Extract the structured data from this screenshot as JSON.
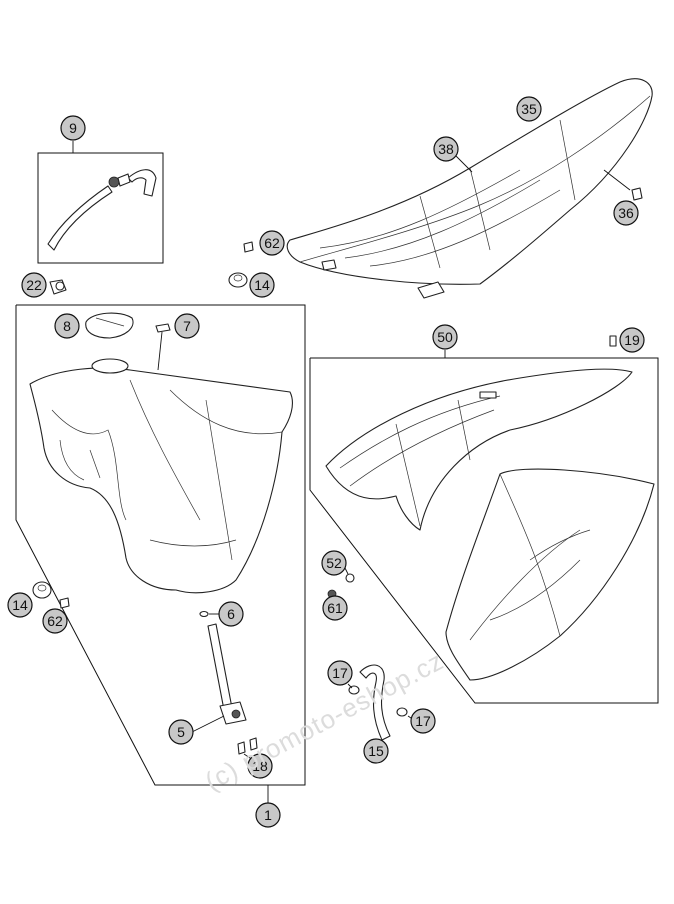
{
  "callouts": {
    "c9": "9",
    "c22": "22",
    "c35": "35",
    "c38": "38",
    "c36": "36",
    "c62a": "62",
    "c14a": "14",
    "c8": "8",
    "c7": "7",
    "c50": "50",
    "c19": "19",
    "c14b": "14",
    "c62b": "62",
    "c6": "6",
    "c5": "5",
    "c18": "18",
    "c1": "1",
    "c52": "52",
    "c61": "61",
    "c17a": "17",
    "c17b": "17",
    "c15": "15"
  },
  "watermark": "(c) promoto-eshop.cz"
}
